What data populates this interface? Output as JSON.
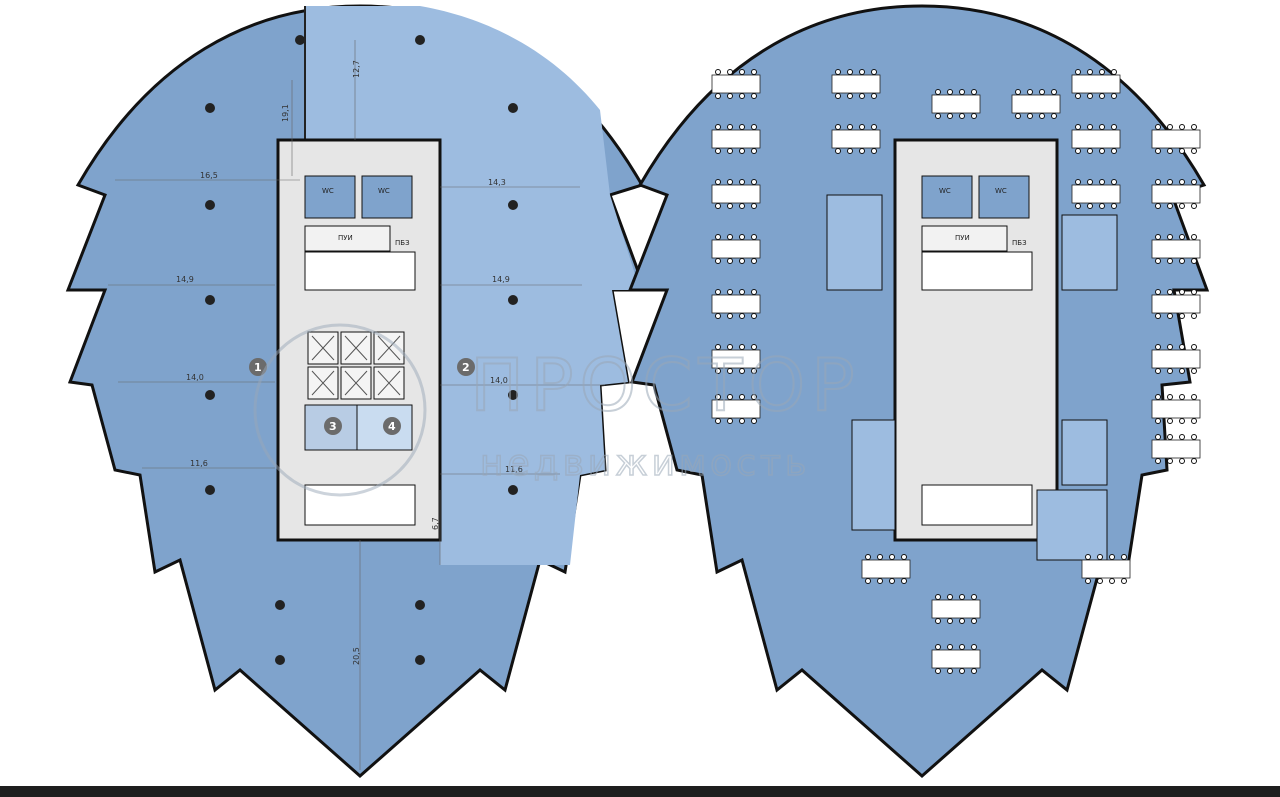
{
  "colors": {
    "floor": "#7fa3cc",
    "floor_light": "#9dbce0",
    "core": "#e6e6e6",
    "wall": "#111111",
    "desk": "#ffffff",
    "badge": "#6b6b6b"
  },
  "left_plan": {
    "dimensions": [
      "12,7",
      "19,1",
      "16,5",
      "14,3",
      "14,9",
      "14,9",
      "14,0",
      "14,0",
      "11,6",
      "11,6",
      "6,7",
      "20,5"
    ],
    "rooms": {
      "wc1": "WC",
      "wc2": "WC",
      "pui": "ПУИ",
      "pbz": "ПБЗ"
    },
    "zones": [
      "1",
      "2",
      "3",
      "4"
    ]
  },
  "right_plan": {
    "rooms": {
      "wc1": "WC",
      "wc2": "WC",
      "pui": "ПУИ",
      "pbz": "ПБЗ"
    }
  },
  "watermark": {
    "brand": "ПРОСТОР",
    "subtitle": "недвижимость"
  }
}
